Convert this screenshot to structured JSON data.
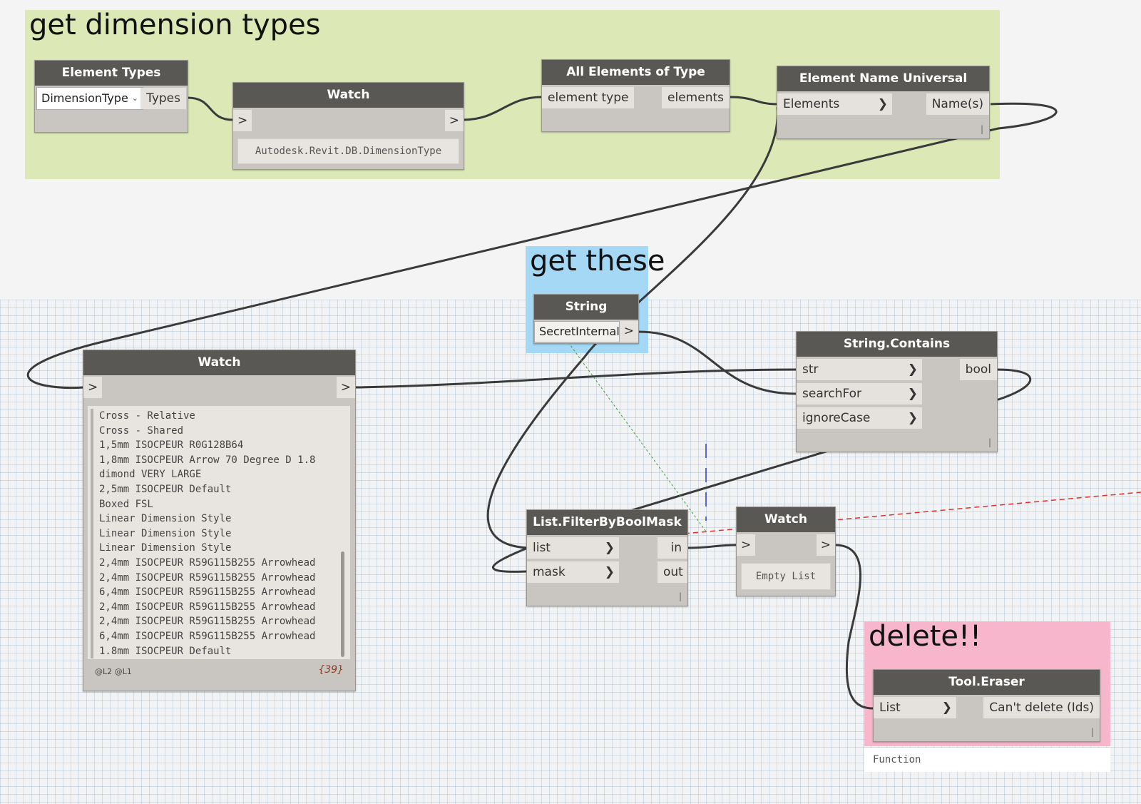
{
  "groups": {
    "dimension": {
      "title": "get dimension types",
      "color": "#dce8b6"
    },
    "these": {
      "title": "get these",
      "color": "#a4d8f5"
    },
    "delete": {
      "title": "delete!!",
      "color": "#f7b6cc"
    }
  },
  "nodes": {
    "element_types": {
      "title": "Element Types",
      "dropdown_value": "DimensionType",
      "dropdown_icon": "chevron-down-icon",
      "output": "Types"
    },
    "watch_top": {
      "title": "Watch",
      "input": ">",
      "output": ">",
      "value": "Autodesk.Revit.DB.DimensionType"
    },
    "all_elements": {
      "title": "All Elements of Type",
      "input": "element type",
      "output": "elements"
    },
    "element_name": {
      "title": "Element Name Universal",
      "input": "Elements",
      "output": "Name(s)"
    },
    "string": {
      "title": "String",
      "value": "SecretInternal",
      "output": ">"
    },
    "string_contains": {
      "title": "String.Contains",
      "inputs": [
        "str",
        "searchFor",
        "ignoreCase"
      ],
      "output": "bool"
    },
    "watch_list": {
      "title": "Watch",
      "input": ">",
      "output": ">",
      "items": [
        "Cross - Relative",
        "Cross - Shared",
        "1,5mm ISOCPEUR R0G128B64",
        "1,8mm ISOCPEUR Arrow 70 Degree D 1.8",
        "dimond VERY LARGE",
        "2,5mm ISOCPEUR Default",
        "Boxed FSL",
        "Linear Dimension Style",
        "Linear Dimension Style",
        "Linear Dimension Style",
        "2,4mm ISOCPEUR R59G115B255 Arrowhead",
        "2,4mm ISOCPEUR R59G115B255 Arrowhead",
        "6,4mm ISOCPEUR R59G115B255 Arrowhead",
        "2,4mm ISOCPEUR R59G115B255 Arrowhead",
        "2,4mm ISOCPEUR R59G115B255 Arrowhead",
        "6,4mm ISOCPEUR R59G115B255 Arrowhead",
        "1.8mm ISOCPEUR Default"
      ],
      "levels": "@L2 @L1",
      "count": "{39}"
    },
    "filter": {
      "title": "List.FilterByBoolMask",
      "inputs": [
        "list",
        "mask"
      ],
      "outputs": [
        "in",
        "out"
      ]
    },
    "watch_empty": {
      "title": "Watch",
      "input": ">",
      "output": ">",
      "value": "Empty List"
    },
    "eraser": {
      "title": "Tool.Eraser",
      "input": "List",
      "output": "Can't delete (Ids)",
      "footer": "Function"
    }
  },
  "colors": {
    "node_header": "#5a5855",
    "node_body": "#c9c6c1",
    "wire": "#3a3a3a"
  }
}
